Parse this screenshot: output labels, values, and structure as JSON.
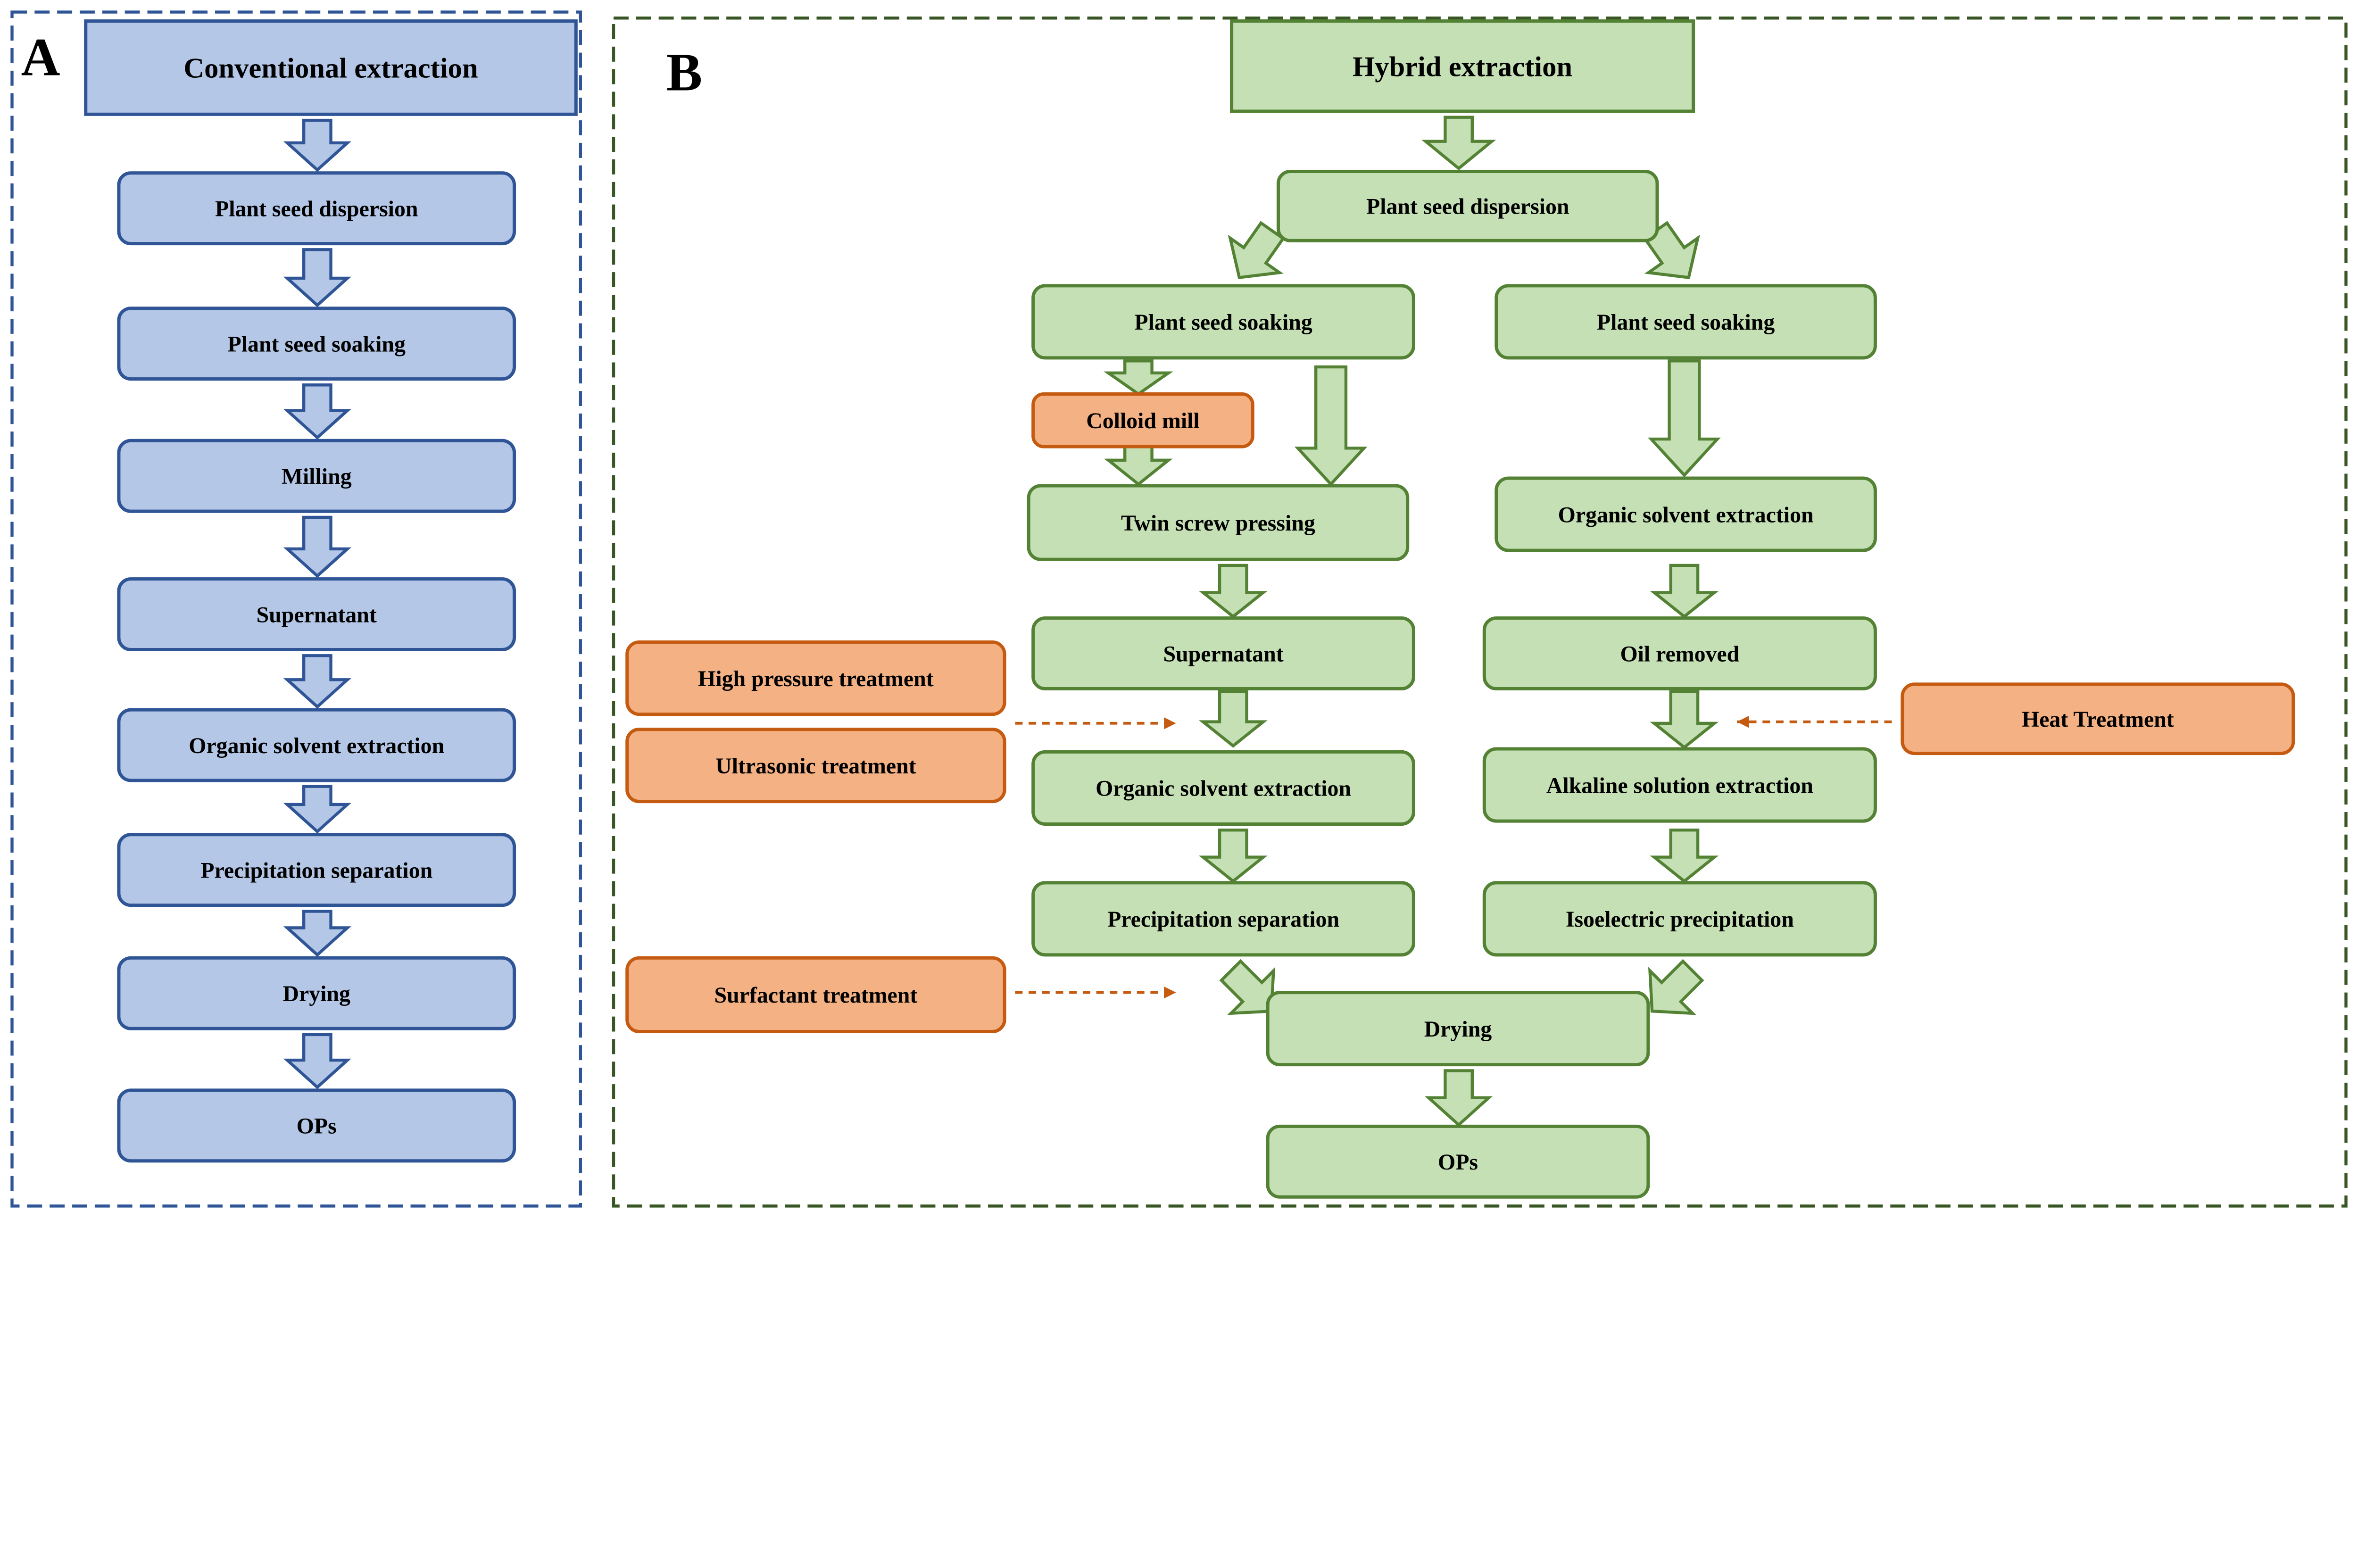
{
  "colors": {
    "blue_fill": "#b4c7e7",
    "blue_stroke": "#2f5597",
    "green_fill": "#c5e0b4",
    "green_stroke": "#548235",
    "orange_fill": "#f4b183",
    "orange_stroke": "#c55a11",
    "panel_a_border": "#2f5597",
    "panel_b_border": "#375623"
  },
  "panel_a": {
    "label": "A",
    "title": "Conventional extraction",
    "steps": [
      "Plant seed dispersion",
      "Plant seed soaking",
      "Milling",
      "Supernatant",
      "Organic solvent extraction",
      "Precipitation separation",
      "Drying",
      "OPs"
    ]
  },
  "panel_b": {
    "label": "B",
    "title": "Hybrid extraction",
    "dispersion": "Plant seed dispersion",
    "left": [
      "Plant seed soaking",
      "Twin screw pressing",
      "Supernatant",
      "Organic solvent extraction",
      "Precipitation separation"
    ],
    "right": [
      "Plant seed soaking",
      "Organic solvent extraction",
      "Oil removed",
      "Alkaline solution extraction",
      "Isoelectric precipitation"
    ],
    "colloid_mill": "Colloid mill",
    "drying": "Drying",
    "ops": "OPs",
    "treatments": {
      "high_pressure": "High pressure  treatment",
      "ultrasonic": "Ultrasonic treatment",
      "surfactant": "Surfactant treatment",
      "heat": "Heat Treatment"
    }
  }
}
